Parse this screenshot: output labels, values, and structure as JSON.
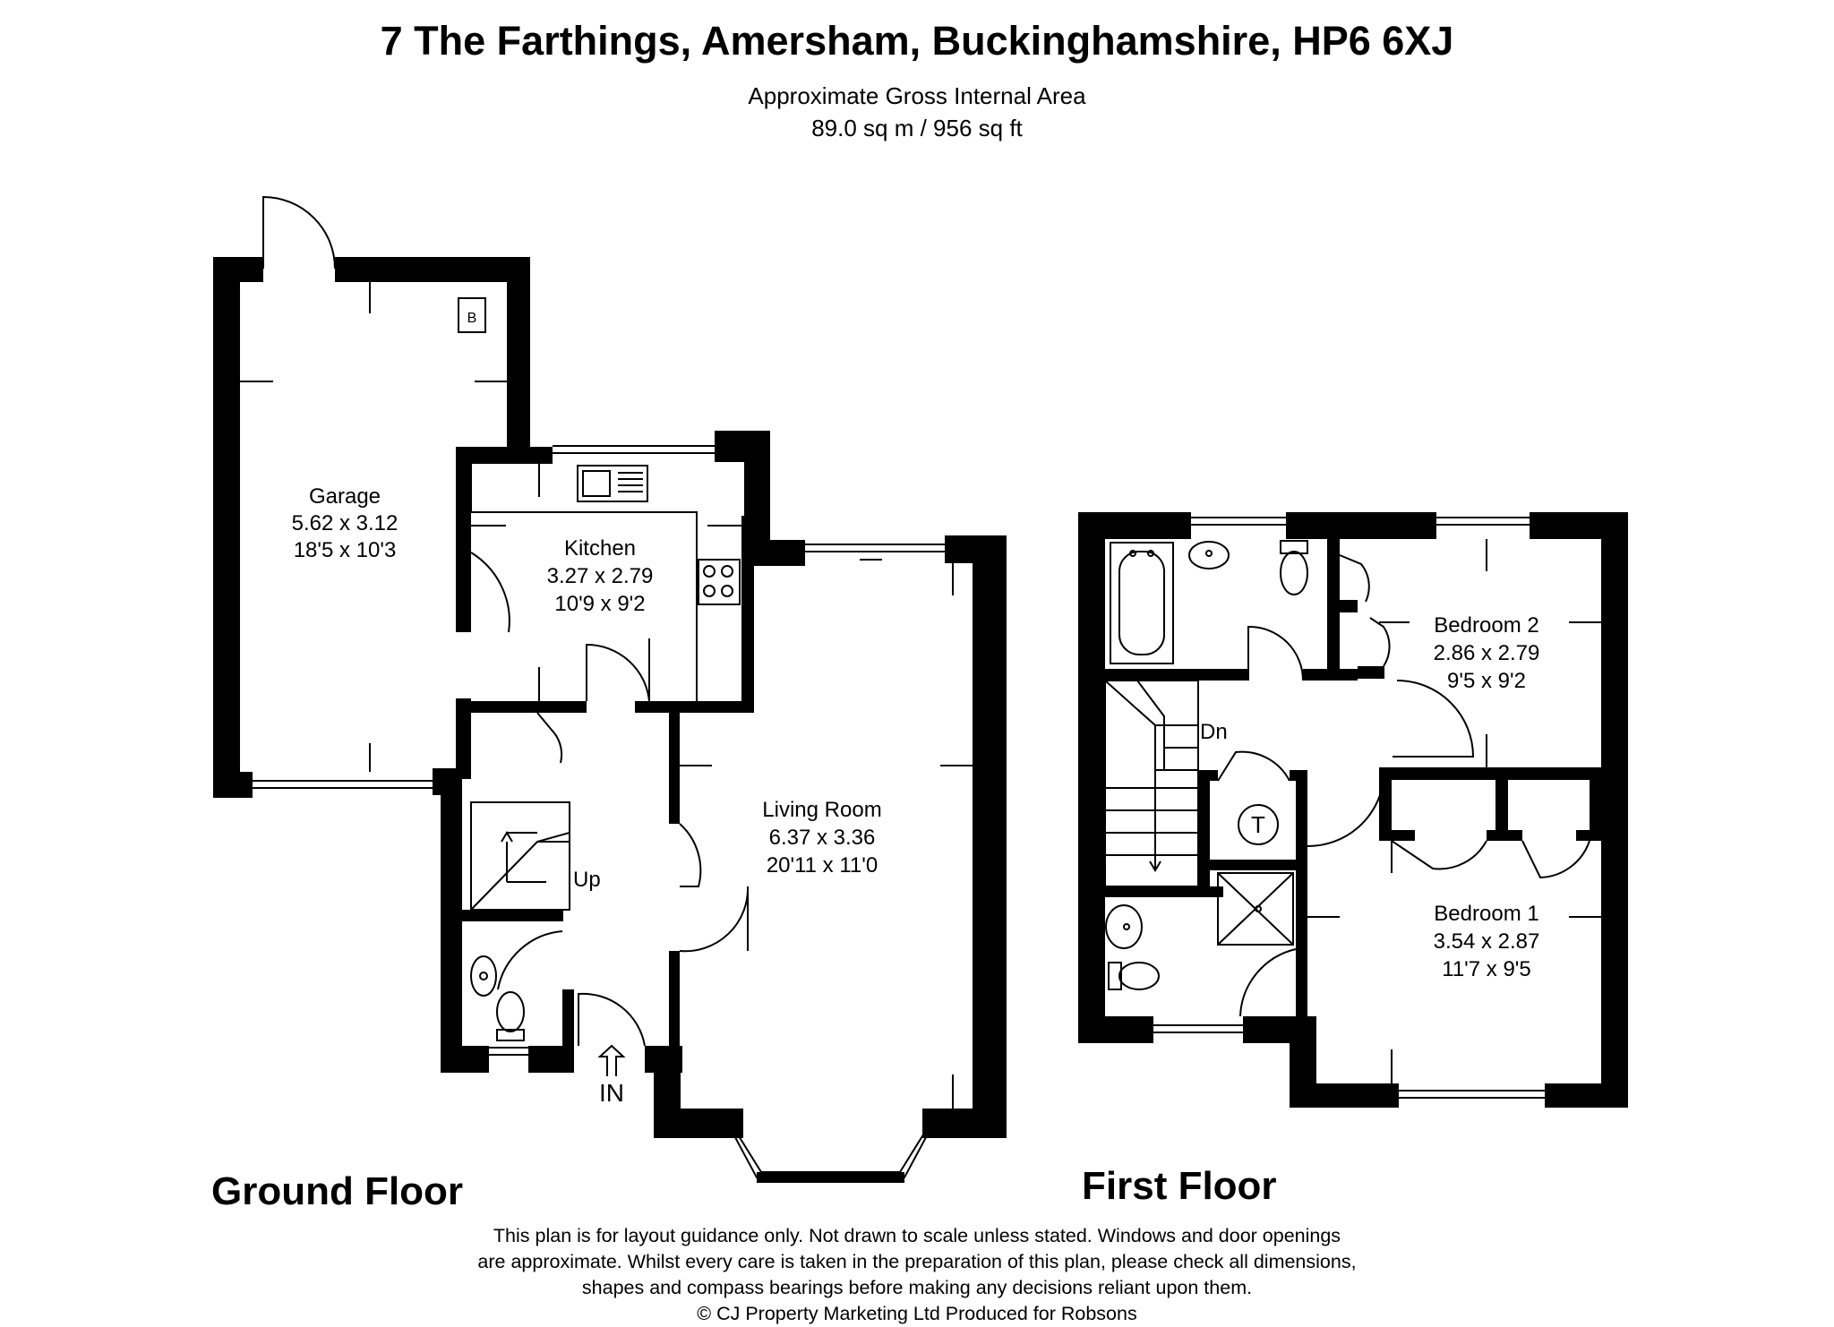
{
  "header": {
    "title": "7 The Farthings, Amersham, Buckinghamshire, HP6 6XJ",
    "area_label": "Approximate Gross Internal Area",
    "area_value": "89.0 sq m / 956 sq ft"
  },
  "rooms": {
    "garage": {
      "name": "Garage",
      "metric": "5.62 x 3.12",
      "imperial": "18'5 x 10'3"
    },
    "kitchen": {
      "name": "Kitchen",
      "metric": "3.27 x 2.79",
      "imperial": "10'9 x 9'2"
    },
    "living": {
      "name": "Living Room",
      "metric": "6.37 x 3.36",
      "imperial": "20'11 x 11'0"
    },
    "bedroom2": {
      "name": "Bedroom 2",
      "metric": "2.86 x 2.79",
      "imperial": "9'5 x 9'2"
    },
    "bedroom1": {
      "name": "Bedroom 1",
      "metric": "3.54 x 2.87",
      "imperial": "11'7 x 9'5"
    }
  },
  "symbols": {
    "boiler": "B",
    "tank": "T",
    "stairs_up": "Up",
    "stairs_down": "Dn",
    "entrance": "IN"
  },
  "floors": {
    "ground": "Ground Floor",
    "first": "First Floor"
  },
  "footer": {
    "line1": "This plan is for layout guidance only. Not drawn to scale unless stated. Windows and door openings",
    "line2": "are approximate. Whilst every care is taken in the preparation of this plan, please check all dimensions,",
    "line3": "shapes and compass bearings before making any decisions reliant upon them.",
    "line4": "© CJ Property Marketing Ltd Produced for Robsons"
  }
}
